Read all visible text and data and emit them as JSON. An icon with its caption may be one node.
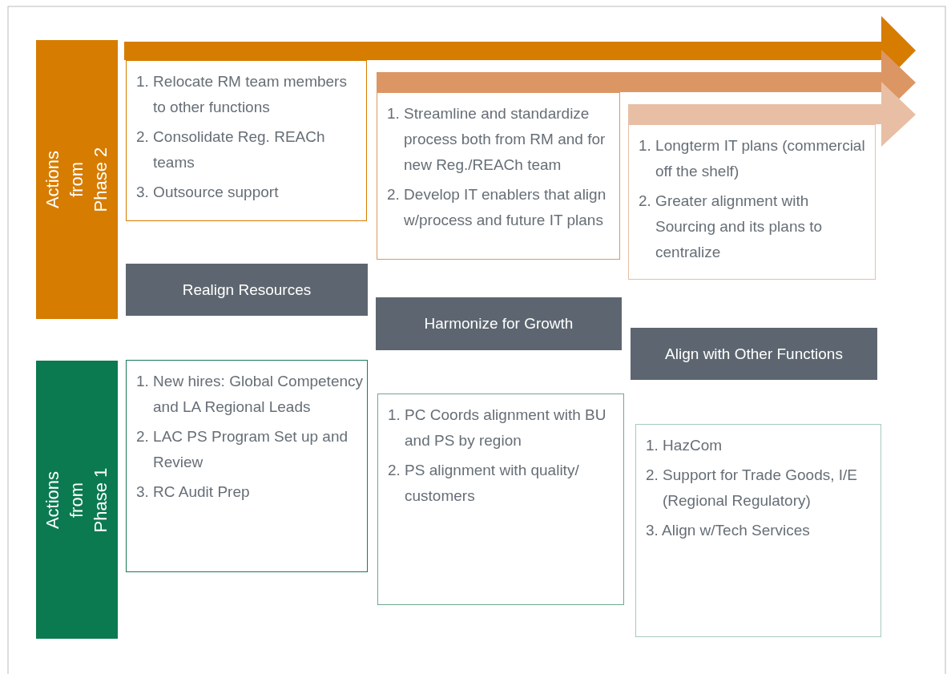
{
  "diagram": {
    "nodes": [
      {
        "text": [
          "Actions from Phase 2"
        ]
      },
      {
        "text": [
          "Actions from Phase 1"
        ]
      },
      {
        "text": [
          "1. Relocate RM team members to other functions",
          "2. Consolidate Reg. REACh teams",
          "3. Outsource support"
        ]
      },
      {
        "text": [
          "1. Streamline and standardize process both from RM and for new Reg./REACh team",
          "2. Develop IT enablers that align w/process and future IT plans"
        ]
      },
      {
        "text": [
          "1. Longterm IT plans (commercial off the shelf)",
          "2. Greater alignment with Sourcing and its plans to centralize"
        ]
      },
      {
        "text": [
          "Realign Resources"
        ]
      },
      {
        "text": [
          "Harmonize for Growth"
        ]
      },
      {
        "text": [
          "Align with Other Functions"
        ]
      },
      {
        "text": [
          "1. New hires: Global Competency and LA Regional Leads",
          "2. LAC PS Program Set up and Review",
          "3. RC Audit Prep"
        ]
      },
      {
        "text": [
          "1. PC Coords alignment with BU and PS by region",
          "2. PS alignment with quality/ customers"
        ]
      },
      {
        "text": [
          "1. HazCom",
          "2. Support for Trade Goods, I/E (Regional Regulatory)",
          "3. Align w/Tech Services"
        ]
      }
    ]
  }
}
